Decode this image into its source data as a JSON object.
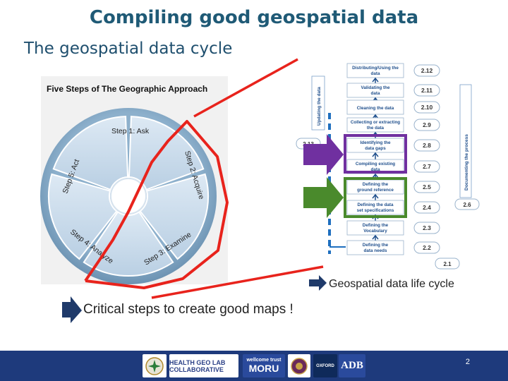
{
  "header": {
    "title": "Compiling good geospatial data",
    "subtitle": "The geospatial data cycle"
  },
  "geographic_approach": {
    "title": "Five Steps of The Geographic Approach",
    "steps": [
      "Step 1: Ask",
      "Step 2: Acquire",
      "Step 3: Examine",
      "Step 4: Analyze",
      "Step 5: Act"
    ]
  },
  "data_cycle": {
    "boxes": [
      {
        "label": "Distributing/Using the data",
        "code": "2.12"
      },
      {
        "label": "Validating the data",
        "code": "2.11"
      },
      {
        "label": "Cleaning the data",
        "code": "2.10"
      },
      {
        "label": "Collecting or extracting the data",
        "code": "2.9"
      },
      {
        "label": "Identifying the data gaps",
        "code": "2.8"
      },
      {
        "label": "Compiling existing data",
        "code": "2.7"
      },
      {
        "label": "Defining the ground reference",
        "code": "2.5"
      },
      {
        "label": "Defining the data set specifications",
        "code": "2.4"
      },
      {
        "label": "Defining the Vocabulary",
        "code": "2.3"
      },
      {
        "label": "Defining the data needs",
        "code": "2.2"
      }
    ],
    "left_code": "2.13",
    "right_code": "2.6",
    "bottom_code": "2.1",
    "updating_label": "Updating the data",
    "documenting_label": "Documenting the process"
  },
  "captions": {
    "life_cycle": "Geospatial data life cycle",
    "critical": "Critical steps to create good maps !"
  },
  "footer": {
    "page_number": "2",
    "logos": [
      "HEALTH GEO LAB COLLABORATIVE",
      "wellcome trust",
      "MORU",
      "OXFORD",
      "ADB"
    ]
  },
  "colors": {
    "title": "#1f5a76",
    "wheel_segment": "#cfe0ef",
    "highlight_red": "#e8231c",
    "arrow_purple": "#7030a0",
    "arrow_green": "#4a8a2c",
    "cycle_blue": "#1f6fbf",
    "footer": "#1e3a7c"
  }
}
